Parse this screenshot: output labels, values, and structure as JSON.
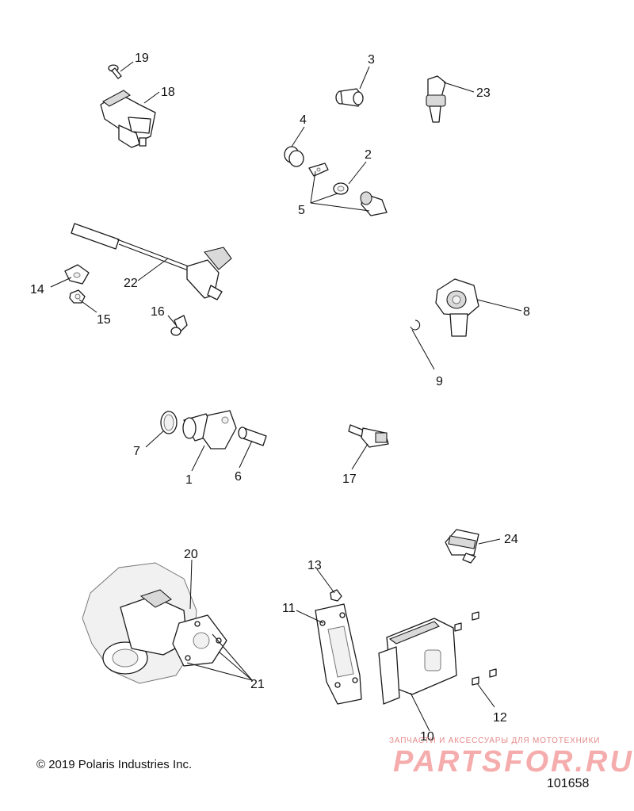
{
  "diagram": {
    "copyright": "© 2019 Polaris Industries Inc.",
    "drawing_id": "101658",
    "callouts": {
      "n1": "1",
      "n2": "2",
      "n3": "3",
      "n4": "4",
      "n5": "5",
      "n6": "6",
      "n7": "7",
      "n8": "8",
      "n9": "9",
      "n10": "10",
      "n11": "11",
      "n12": "12",
      "n13": "13",
      "n14": "14",
      "n15": "15",
      "n16": "16",
      "n17": "17",
      "n18": "18",
      "n19": "19",
      "n20": "20",
      "n21": "21",
      "n22": "22",
      "n23": "23",
      "n24": "24"
    }
  },
  "watermark": {
    "tagline": "ЗАПЧАСТИ И АКСЕССУАРЫ ДЛЯ МОТОТЕХНИКИ",
    "logo": "PARTSFOR.RU",
    "color": "#ee6a6a"
  }
}
